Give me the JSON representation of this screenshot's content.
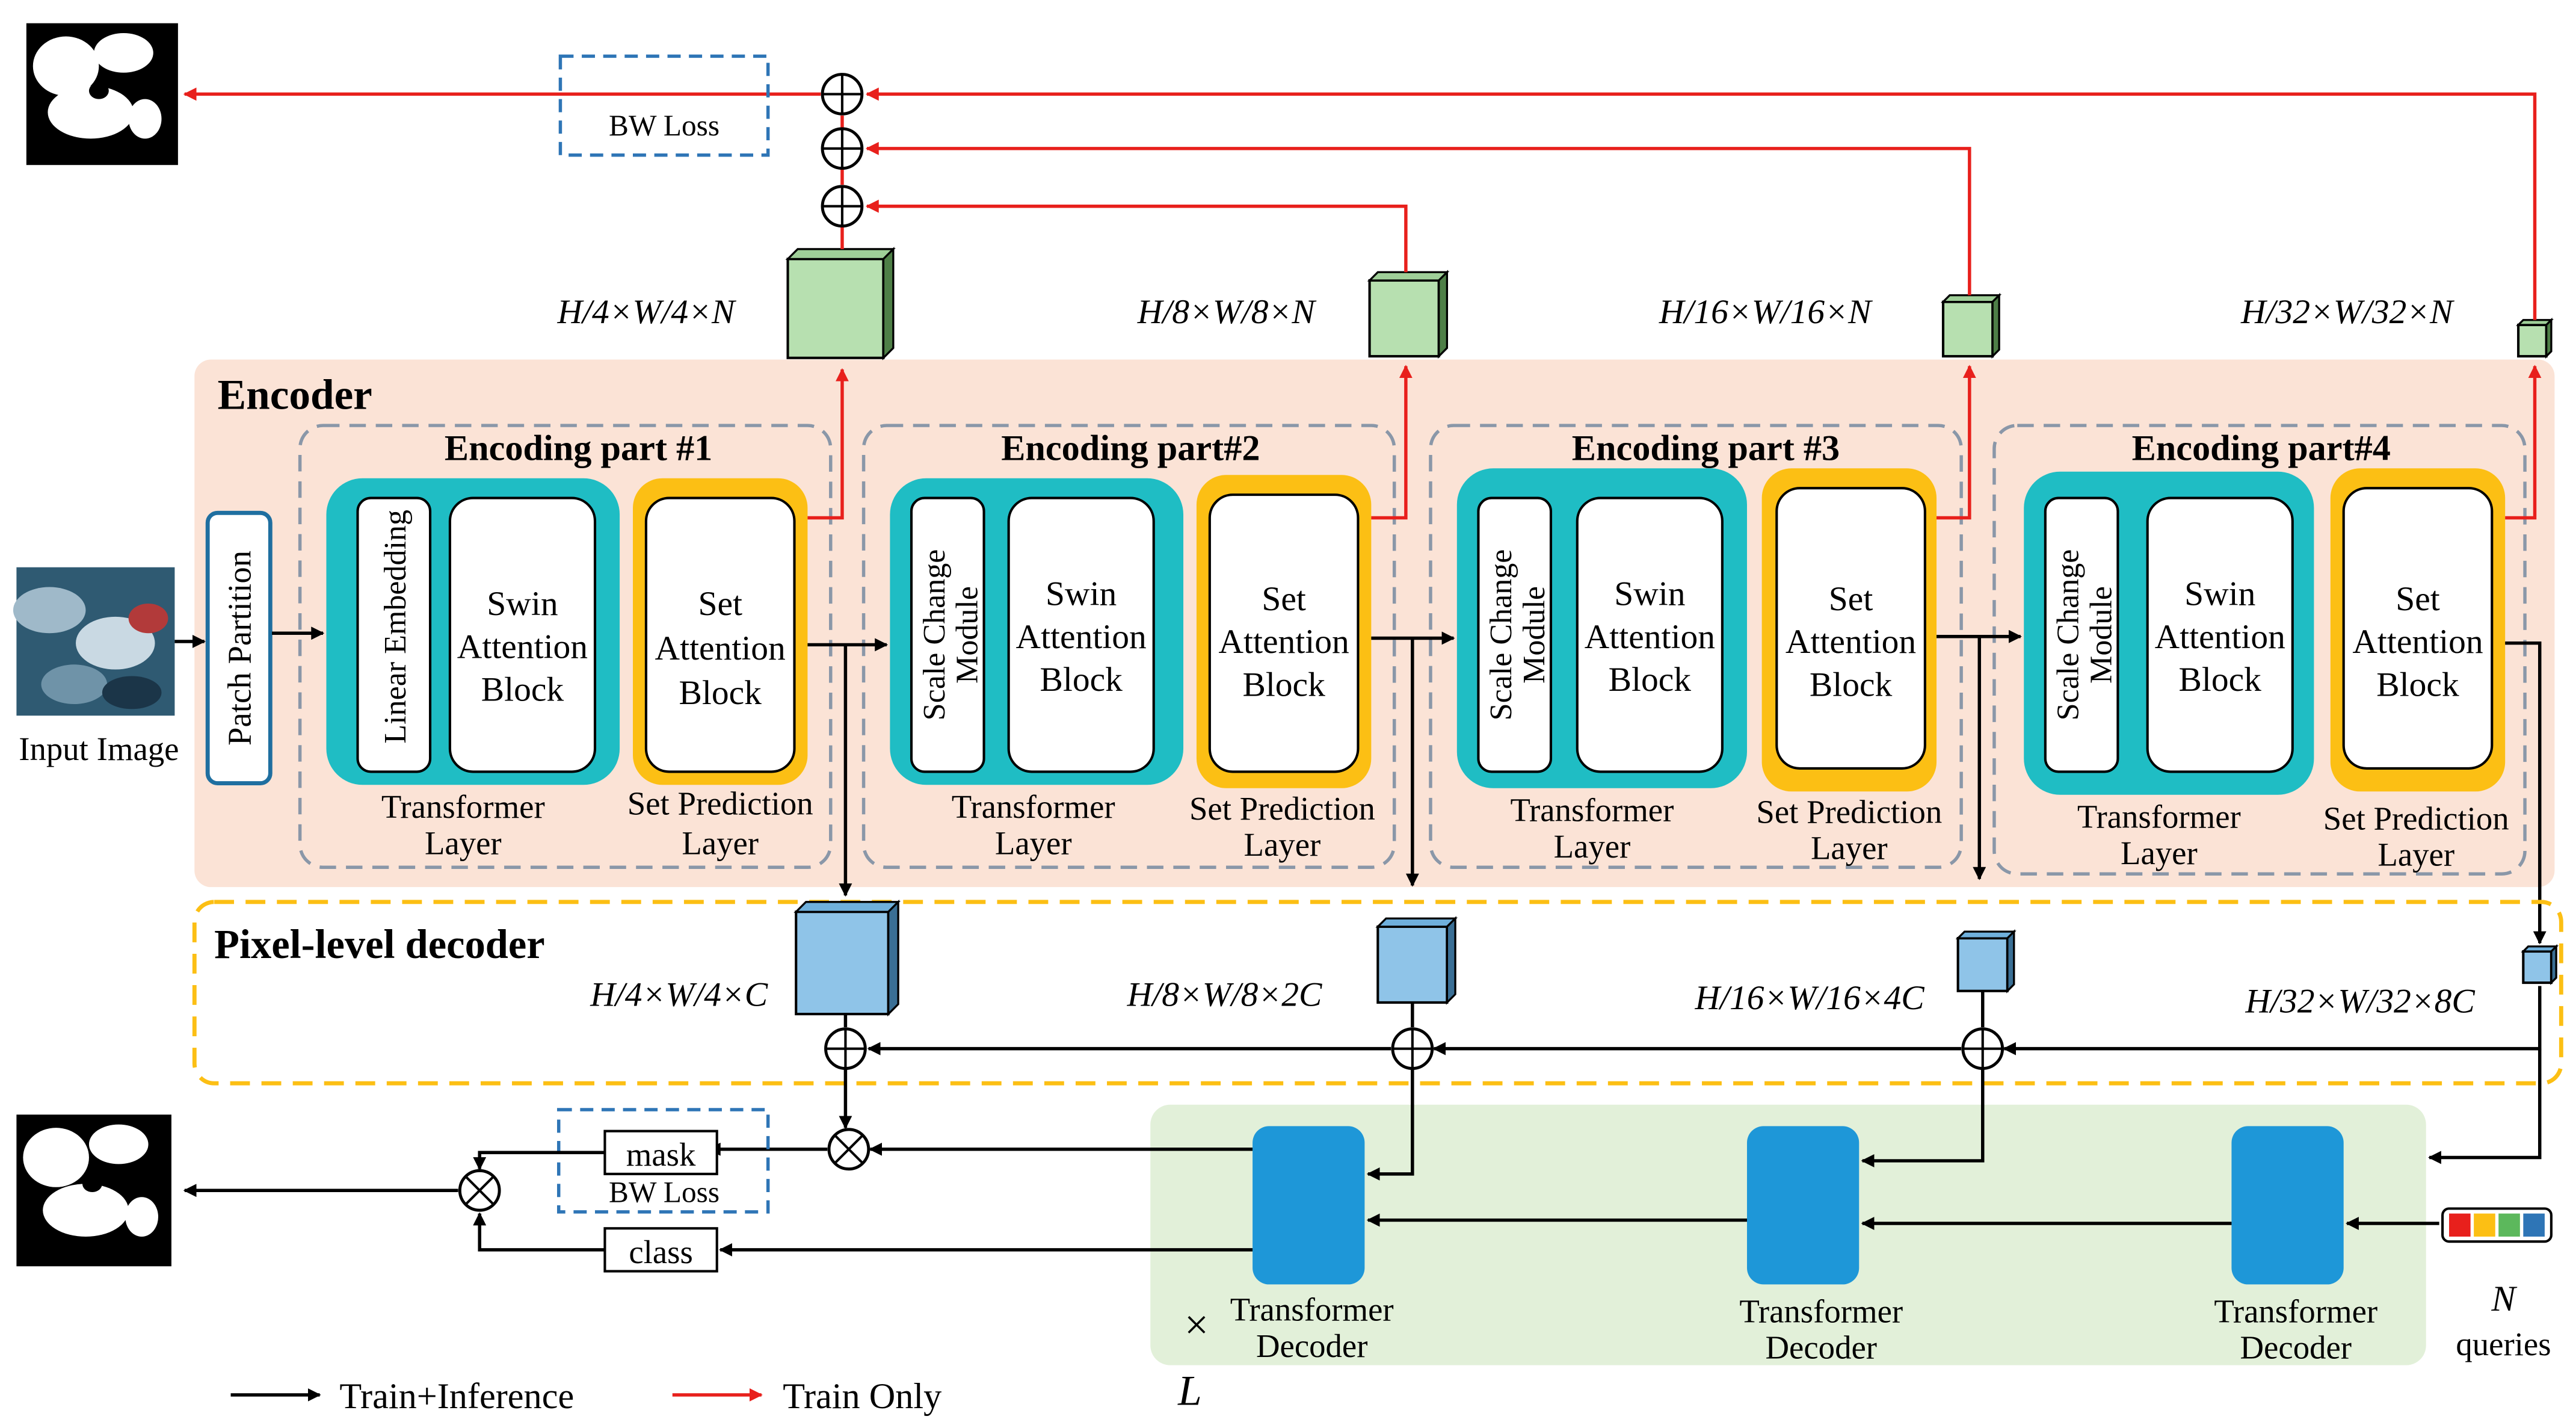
{
  "colors": {
    "encoder_bg": "#fbe3d6",
    "teal": "#1fbdc4",
    "yellow": "#fcbf14",
    "feature_green": "#b7e0b0",
    "feature_blue": "#8fc4e8",
    "decoder_bg": "#e2f0d9",
    "decoder_block": "#1e97d8",
    "train_only": "#e8201c",
    "train_inference": "#000000",
    "dashed_gray": "#8a97a8",
    "pixel_decoder_border": "#fcbf14",
    "bw_loss_border": "#2e75b6"
  },
  "encoder": {
    "title": "Encoder",
    "patch_partition": "Patch Partition",
    "input_label": "Input Image",
    "parts": [
      {
        "title": "Encoding part #1",
        "first_module": "Linear Embedding",
        "swin": [
          "Swin",
          "Attention",
          "Block"
        ],
        "set": [
          "Set",
          "Attention",
          "Block"
        ],
        "transformer_label": [
          "Transformer",
          "Layer"
        ],
        "set_label": [
          "Set Prediction",
          "Layer"
        ]
      },
      {
        "title": "Encoding part#2",
        "first_module": [
          "Scale Change",
          "Module"
        ],
        "swin": [
          "Swin",
          "Attention",
          "Block"
        ],
        "set": [
          "Set",
          "Attention",
          "Block"
        ],
        "transformer_label": [
          "Transformer",
          "Layer"
        ],
        "set_label": [
          "Set Prediction",
          "Layer"
        ]
      },
      {
        "title": "Encoding part #3",
        "first_module": [
          "Scale Change",
          "Module"
        ],
        "swin": [
          "Swin",
          "Attention",
          "Block"
        ],
        "set": [
          "Set",
          "Attention",
          "Block"
        ],
        "transformer_label": [
          "Transformer",
          "Layer"
        ],
        "set_label": [
          "Set Prediction",
          "Layer"
        ]
      },
      {
        "title": "Encoding part#4",
        "first_module": [
          "Scale Change",
          "Module"
        ],
        "swin": [
          "Swin",
          "Attention",
          "Block"
        ],
        "set": [
          "Set",
          "Attention",
          "Block"
        ],
        "transformer_label": [
          "Transformer",
          "Layer"
        ],
        "set_label": [
          "Set Prediction",
          "Layer"
        ]
      }
    ]
  },
  "top_features": [
    "H/4×W/4×N",
    "H/8×W/8×N",
    "H/16×W/16×N",
    "H/32×W/32×N"
  ],
  "bw_loss_top": "BW Loss",
  "pixel_decoder": {
    "title": "Pixel-level decoder",
    "features": [
      "H/4×W/4×C",
      "H/8×W/8×2C",
      "H/16×W/16×4C",
      "H/32×W/32×8C"
    ]
  },
  "transformer_decoder": {
    "blocks": [
      [
        "Transformer",
        "Decoder"
      ],
      [
        "Transformer",
        "Decoder"
      ],
      [
        "Transformer",
        "Decoder"
      ]
    ],
    "repeat_symbol": "×",
    "repeat_var": "L",
    "queries_var": "N",
    "queries_label": "queries",
    "query_colors": [
      "#e8201c",
      "#fcbf14",
      "#5cb85c",
      "#2e75b6"
    ]
  },
  "heads": {
    "mask": "mask",
    "bw_loss": "BW Loss",
    "class": "class"
  },
  "legend": {
    "train_inference": "Train+Inference",
    "train_only": "Train Only"
  }
}
